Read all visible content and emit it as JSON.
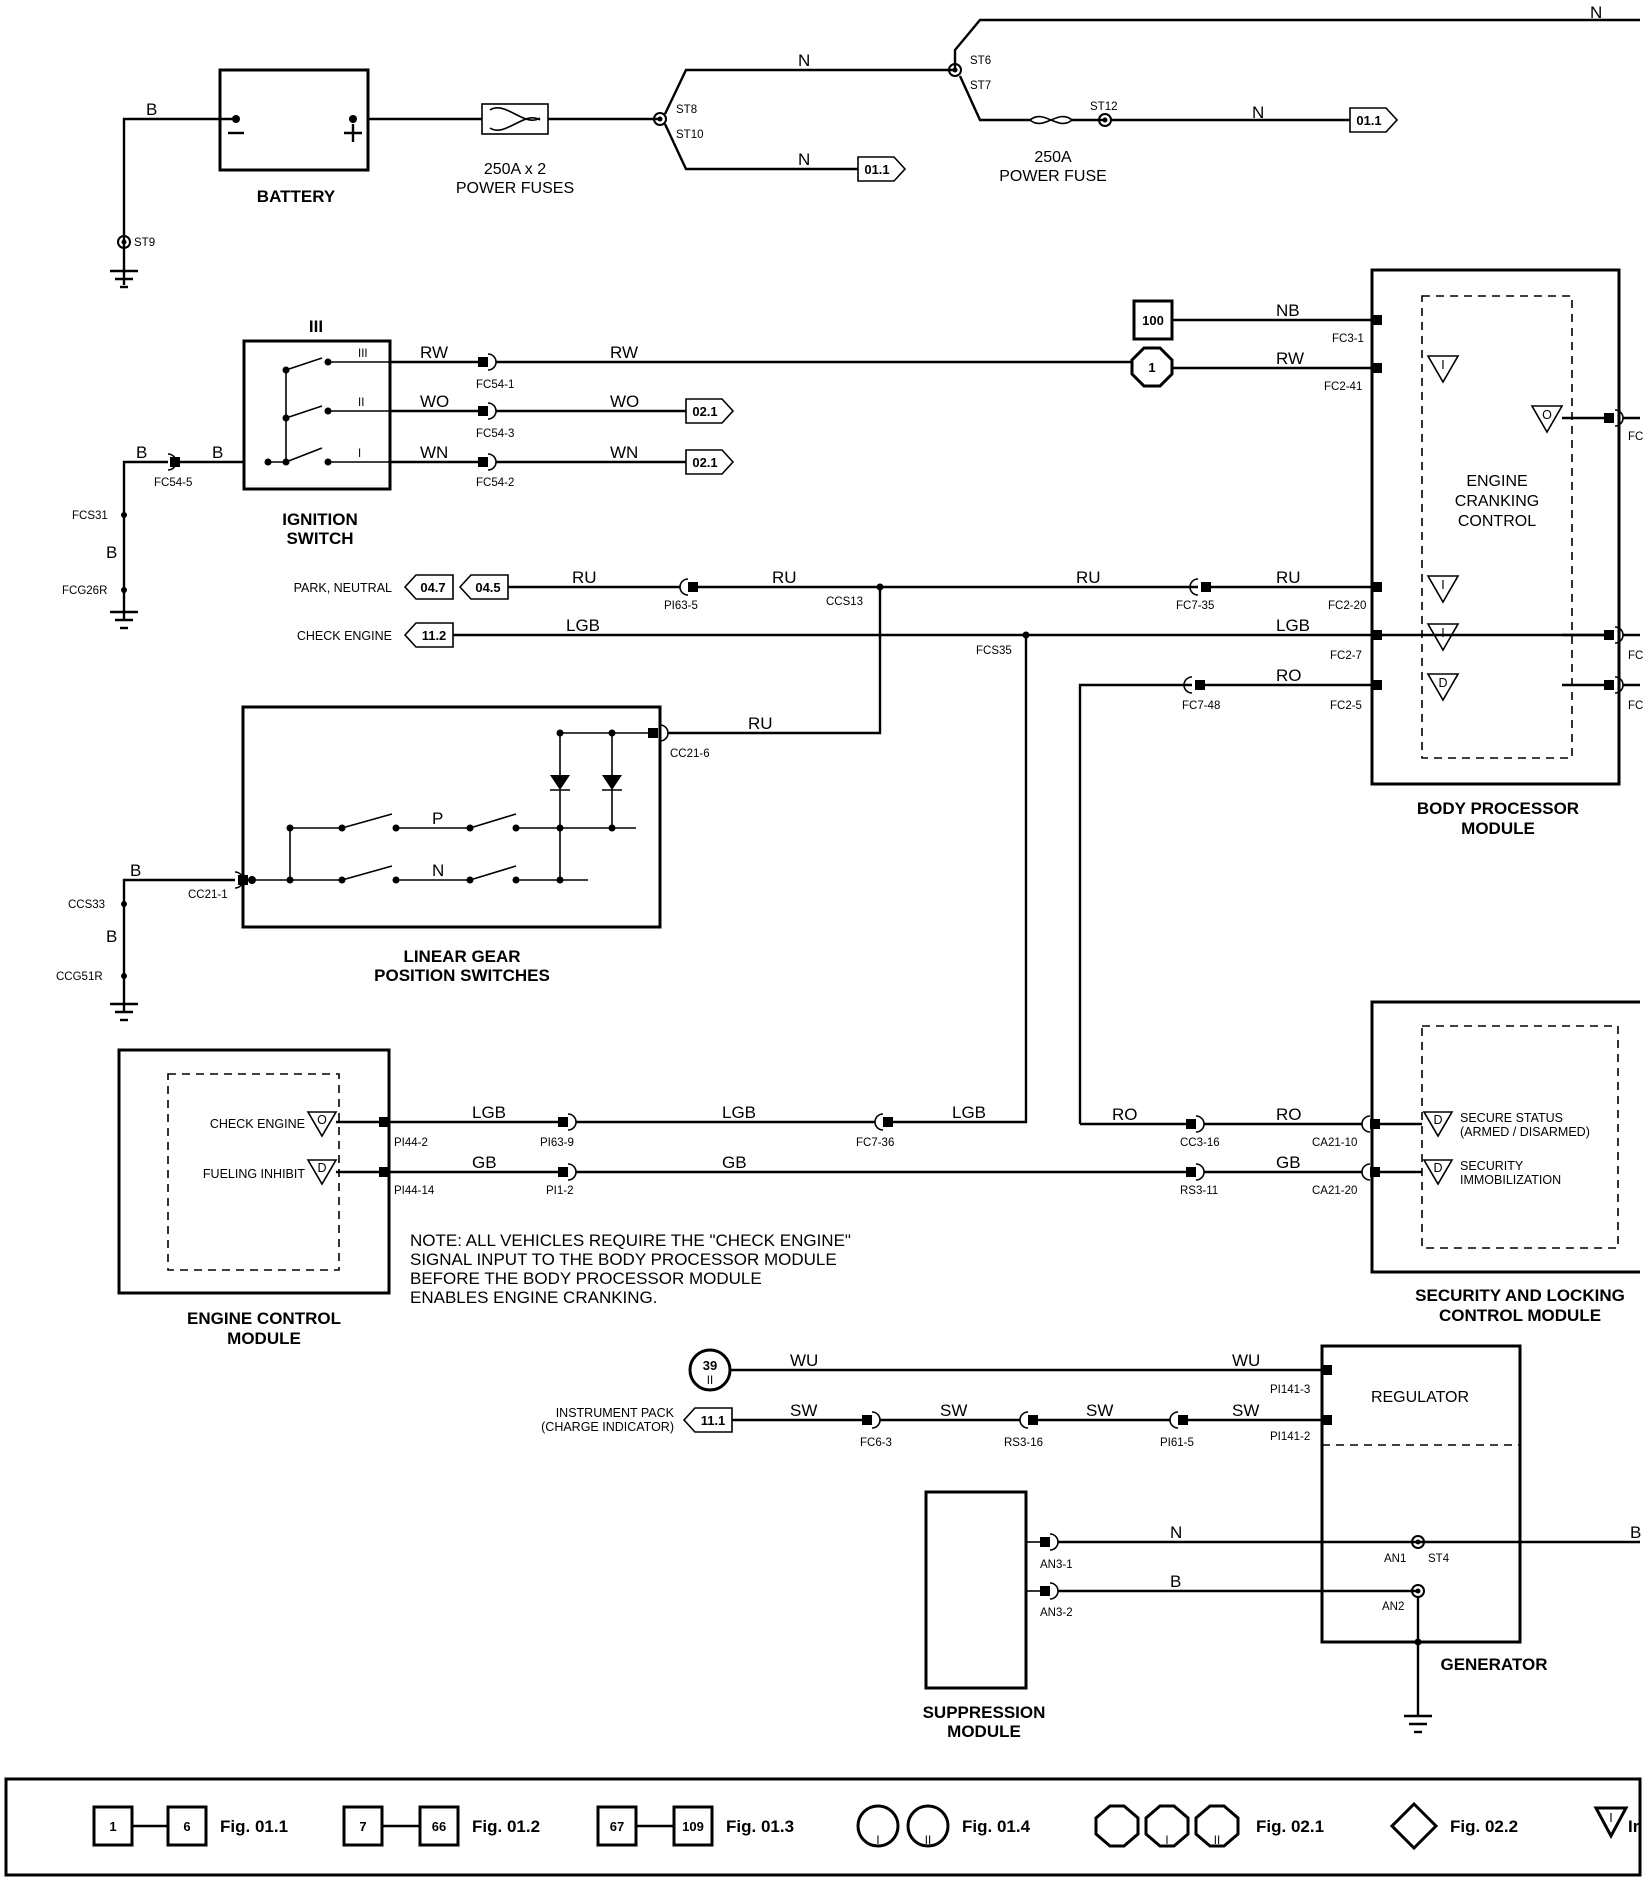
{
  "components": {
    "battery": "BATTERY",
    "power_fuses_1": "250A x 2",
    "power_fuses_2": "POWER FUSES",
    "power_fuse_1": "250A",
    "power_fuse_2": "POWER FUSE",
    "ignition_switch_1": "IGNITION",
    "ignition_switch_2": "SWITCH",
    "ignition_pos_title": "III",
    "ignition_pos_iii": "III",
    "ignition_pos_ii": "II",
    "ignition_pos_i": "I",
    "linear_gear_1": "LINEAR GEAR",
    "linear_gear_2": "POSITION SWITCHES",
    "gear_p": "P",
    "gear_n": "N",
    "bpm_1": "BODY PROCESSOR",
    "bpm_2": "MODULE",
    "ecc_1": "ENGINE",
    "ecc_2": "CRANKING",
    "ecc_3": "CONTROL",
    "ecm_1": "ENGINE CONTROL",
    "ecm_2": "MODULE",
    "ecm_check": "CHECK ENGINE",
    "ecm_fuel": "FUELING INHIBIT",
    "slcm_1": "SECURITY AND LOCKING",
    "slcm_2": "CONTROL MODULE",
    "slcm_sec1": "SECURE STATUS",
    "slcm_sec2": "(ARMED / DISARMED)",
    "slcm_imm1": "SECURITY",
    "slcm_imm2": "IMMOBILIZATION",
    "regulator": "REGULATOR",
    "generator": "GENERATOR",
    "suppression_1": "SUPPRESSION",
    "suppression_2": "MODULE",
    "park_neutral": "PARK, NEUTRAL",
    "check_engine": "CHECK ENGINE",
    "instrument_1": "INSTRUMENT PACK",
    "instrument_2": "(CHARGE INDICATOR)"
  },
  "note": [
    "NOTE: ALL VEHICLES REQUIRE THE \"CHECK ENGINE\"",
    "SIGNAL INPUT TO THE BODY PROCESSOR MODULE",
    "BEFORE THE BODY PROCESSOR MODULE",
    "ENABLES ENGINE CRANKING."
  ],
  "wire_colors": {
    "b": "B",
    "n": "N",
    "nb": "NB",
    "rw": "RW",
    "wo": "WO",
    "wn": "WN",
    "ru": "RU",
    "lgb": "LGB",
    "ro": "RO",
    "gb": "GB",
    "wu": "WU",
    "sw": "SW"
  },
  "pins": {
    "st9": "ST9",
    "st8": "ST8",
    "st10": "ST10",
    "st6": "ST6",
    "st7": "ST7",
    "st12": "ST12",
    "fc54_1": "FC54-1",
    "fc54_3": "FC54-3",
    "fc54_2": "FC54-2",
    "fc54_5": "FC54-5",
    "fcs31": "FCS31",
    "fcg26r": "FCG26R",
    "fc3_1": "FC3-1",
    "fc2_41": "FC2-41",
    "fc_right": "FC",
    "pi63_5": "PI63-5",
    "ccs13": "CCS13",
    "fc7_35": "FC7-35",
    "fc2_20": "FC2-20",
    "fcs35": "FCS35",
    "fc2_7": "FC2-7",
    "fc7_48": "FC7-48",
    "fc2_5": "FC2-5",
    "cc21_6": "CC21-6",
    "cc21_1": "CC21-1",
    "ccs33": "CCS33",
    "ccg51r": "CCG51R",
    "pi44_2": "PI44-2",
    "pi63_9": "PI63-9",
    "fc7_36": "FC7-36",
    "pi44_14": "PI44-14",
    "pi1_2": "PI1-2",
    "cc3_16": "CC3-16",
    "ca21_10": "CA21-10",
    "rs3_11": "RS3-11",
    "ca21_20": "CA21-20",
    "pi141_3": "PI141-3",
    "pi141_2": "PI141-2",
    "fc6_3": "FC6-3",
    "rs3_16": "RS3-16",
    "pi61_5": "PI61-5",
    "an3_1": "AN3-1",
    "an3_2": "AN3-2",
    "an1": "AN1",
    "st4": "ST4",
    "an2": "AN2"
  },
  "refs": {
    "r011a": "01.1",
    "r011b": "01.1",
    "r021a": "02.1",
    "r021b": "02.1",
    "r047": "04.7",
    "r045": "04.5",
    "r112": "11.2",
    "r111": "11.1",
    "box100": "100",
    "oct1": "1",
    "circ39": "39",
    "circ39_sub": "II"
  },
  "bpm_symbols": {
    "s1": "I",
    "s2": "O",
    "s3": "I",
    "s4": "I",
    "s5": "D"
  },
  "ecm_symbols": {
    "s1": "O",
    "s2": "D"
  },
  "slcm_symbols": {
    "s1": "D",
    "s2": "D"
  },
  "legend": {
    "g1_from": "1",
    "g1_to": "6",
    "g1_fig": "Fig. 01.1",
    "g2_from": "7",
    "g2_to": "66",
    "g2_fig": "Fig. 01.2",
    "g3_from": "67",
    "g3_to": "109",
    "g3_fig": "Fig. 01.3",
    "g4_a": "I",
    "g4_b": "II",
    "g4_fig": "Fig. 01.4",
    "g5_b": "I",
    "g5_c": "II",
    "g5_fig": "Fig. 02.1",
    "g6_fig": "Fig. 02.2",
    "g7_sym": "I",
    "g7_fig": "Ir"
  }
}
